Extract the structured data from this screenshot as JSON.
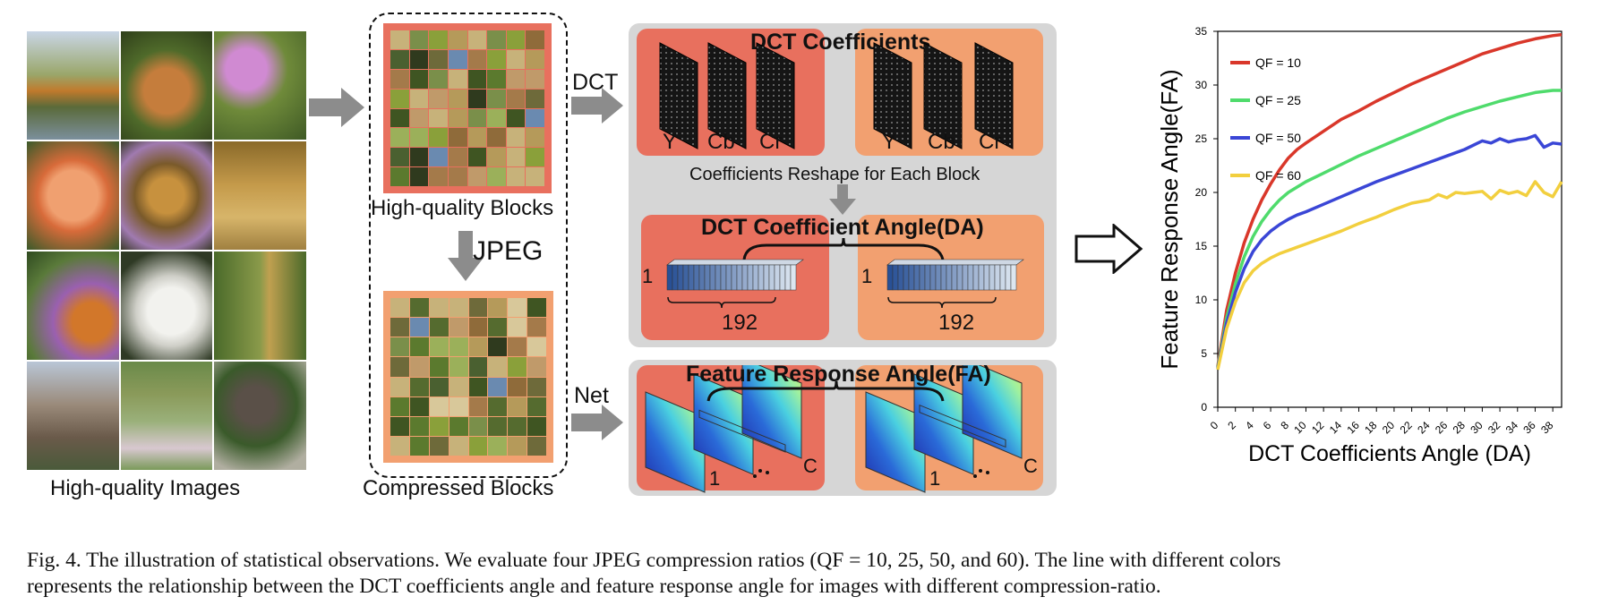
{
  "left": {
    "images_label": "High-quality Images",
    "hq_blocks_label": "High-quality Blocks",
    "jpeg_label": "JPEG",
    "compressed_label": "Compressed Blocks"
  },
  "middle": {
    "dct_arrow_label": "DCT",
    "net_arrow_label": "Net",
    "dct_title": "DCT Coefficients",
    "channels": [
      "Y",
      "Cb",
      "Cr"
    ],
    "reshape_label": "Coefficients Reshape for Each Block",
    "da_title": "DCT Coefficient Angle(DA)",
    "vector_height": "1",
    "vector_length": "192",
    "fa_title": "Feature Response Angle(FA)",
    "fa_first": "1",
    "fa_last": "C"
  },
  "chart_data": {
    "type": "line",
    "xlabel": "DCT Coefficients Angle (DA)",
    "ylabel": "Feature Response Angle(FA)",
    "xlim": [
      0,
      39
    ],
    "ylim": [
      0,
      35
    ],
    "xticks": [
      0,
      2,
      4,
      6,
      8,
      10,
      12,
      14,
      16,
      18,
      20,
      22,
      24,
      26,
      28,
      30,
      32,
      34,
      36,
      38
    ],
    "yticks": [
      0,
      5,
      10,
      15,
      20,
      25,
      30,
      35
    ],
    "legend_position": "top-left",
    "series": [
      {
        "name": "QF = 10",
        "color": "#d9372a",
        "x": [
          0,
          1,
          2,
          3,
          4,
          5,
          6,
          7,
          8,
          9,
          10,
          12,
          14,
          16,
          18,
          20,
          22,
          24,
          26,
          28,
          30,
          32,
          34,
          36,
          38,
          39
        ],
        "y": [
          3.8,
          9,
          12.5,
          15.3,
          17.5,
          19.3,
          20.8,
          22.1,
          23.2,
          24.0,
          24.6,
          25.7,
          26.8,
          27.6,
          28.5,
          29.3,
          30.1,
          30.8,
          31.5,
          32.2,
          32.9,
          33.4,
          33.9,
          34.3,
          34.6,
          34.7
        ]
      },
      {
        "name": "QF = 25",
        "color": "#4fdb6c",
        "x": [
          0,
          1,
          2,
          3,
          4,
          5,
          6,
          7,
          8,
          9,
          10,
          12,
          14,
          16,
          18,
          20,
          22,
          24,
          26,
          28,
          30,
          32,
          34,
          36,
          38,
          39
        ],
        "y": [
          3.7,
          8.3,
          11.5,
          14,
          15.9,
          17.3,
          18.4,
          19.3,
          20.0,
          20.5,
          21.0,
          21.8,
          22.6,
          23.4,
          24.1,
          24.8,
          25.5,
          26.2,
          26.9,
          27.5,
          28.0,
          28.5,
          28.9,
          29.3,
          29.5,
          29.5
        ]
      },
      {
        "name": "QF = 50",
        "color": "#3a46d6",
        "x": [
          0,
          1,
          2,
          3,
          4,
          5,
          6,
          7,
          8,
          9,
          10,
          12,
          14,
          16,
          18,
          20,
          22,
          24,
          26,
          28,
          30,
          31,
          32,
          33,
          34,
          35,
          36,
          37,
          38,
          39
        ],
        "y": [
          3.6,
          7.8,
          10.7,
          12.9,
          14.5,
          15.6,
          16.4,
          17.0,
          17.5,
          17.9,
          18.2,
          18.9,
          19.6,
          20.3,
          21.0,
          21.6,
          22.2,
          22.8,
          23.4,
          24.0,
          24.8,
          24.6,
          25.0,
          24.7,
          24.9,
          25.0,
          25.3,
          24.2,
          24.6,
          24.5
        ]
      },
      {
        "name": "QF = 60",
        "color": "#f2cf3e",
        "x": [
          0,
          1,
          2,
          3,
          4,
          5,
          6,
          7,
          8,
          9,
          10,
          12,
          14,
          16,
          18,
          20,
          22,
          24,
          25,
          26,
          27,
          28,
          29,
          30,
          31,
          32,
          33,
          34,
          35,
          36,
          37,
          38,
          39
        ],
        "y": [
          3.5,
          7.3,
          9.8,
          11.6,
          12.7,
          13.4,
          13.9,
          14.3,
          14.6,
          14.9,
          15.2,
          15.8,
          16.4,
          17.1,
          17.7,
          18.4,
          19.0,
          19.3,
          19.8,
          19.5,
          20.0,
          19.9,
          20.0,
          20.1,
          19.4,
          20.2,
          19.9,
          20.1,
          19.7,
          21.0,
          20.0,
          19.6,
          21.0
        ]
      }
    ]
  },
  "caption": {
    "line1": "Fig. 4.  The illustration of statistical observations. We evaluate four JPEG compression ratios (QF = 10, 25, 50, and 60). The line with different colors",
    "line2": "represents the relationship between the DCT coefficients angle and feature response angle for images with different compression-ratio."
  }
}
